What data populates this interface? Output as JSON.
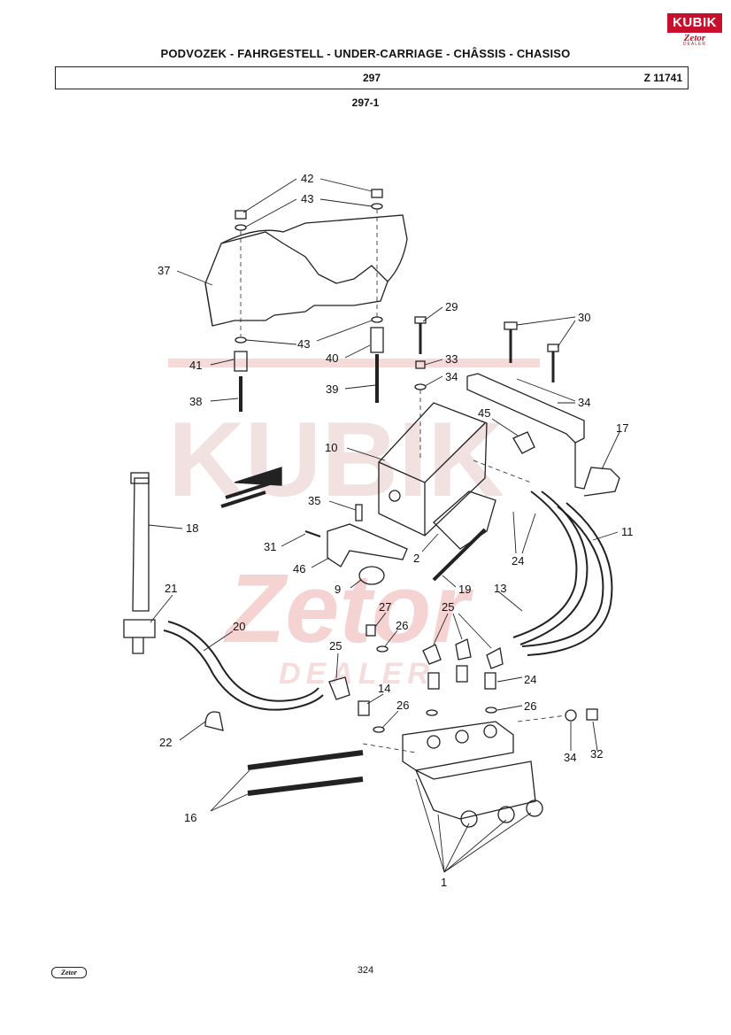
{
  "header": {
    "title": "PODVOZEK - FAHRGESTELL - UNDER-CARRIAGE - CHÂSSIS - CHASISO",
    "group": "297",
    "ref": "Z 11741",
    "subgroup": "297-1"
  },
  "logo": {
    "top": "KUBIK",
    "bottom": "Zetor",
    "sub": "DEALER"
  },
  "watermark": {
    "word1": "KUBIK",
    "word2": "Zetor",
    "word3": "DEALER"
  },
  "callouts": [
    "42",
    "43",
    "37",
    "43",
    "41",
    "38",
    "40",
    "39",
    "29",
    "33",
    "34",
    "30",
    "34",
    "17",
    "45",
    "10",
    "18",
    "35",
    "31",
    "46",
    "2",
    "9",
    "19",
    "24",
    "11",
    "13",
    "21",
    "20",
    "27",
    "26",
    "25",
    "25",
    "14",
    "26",
    "24",
    "26",
    "22",
    "34",
    "32",
    "16",
    "1"
  ],
  "footer": {
    "logo": "Zetor",
    "page": "324"
  },
  "colors": {
    "watermark": "#f3c9c9",
    "logo_red": "#c8102e",
    "line": "#222222"
  }
}
